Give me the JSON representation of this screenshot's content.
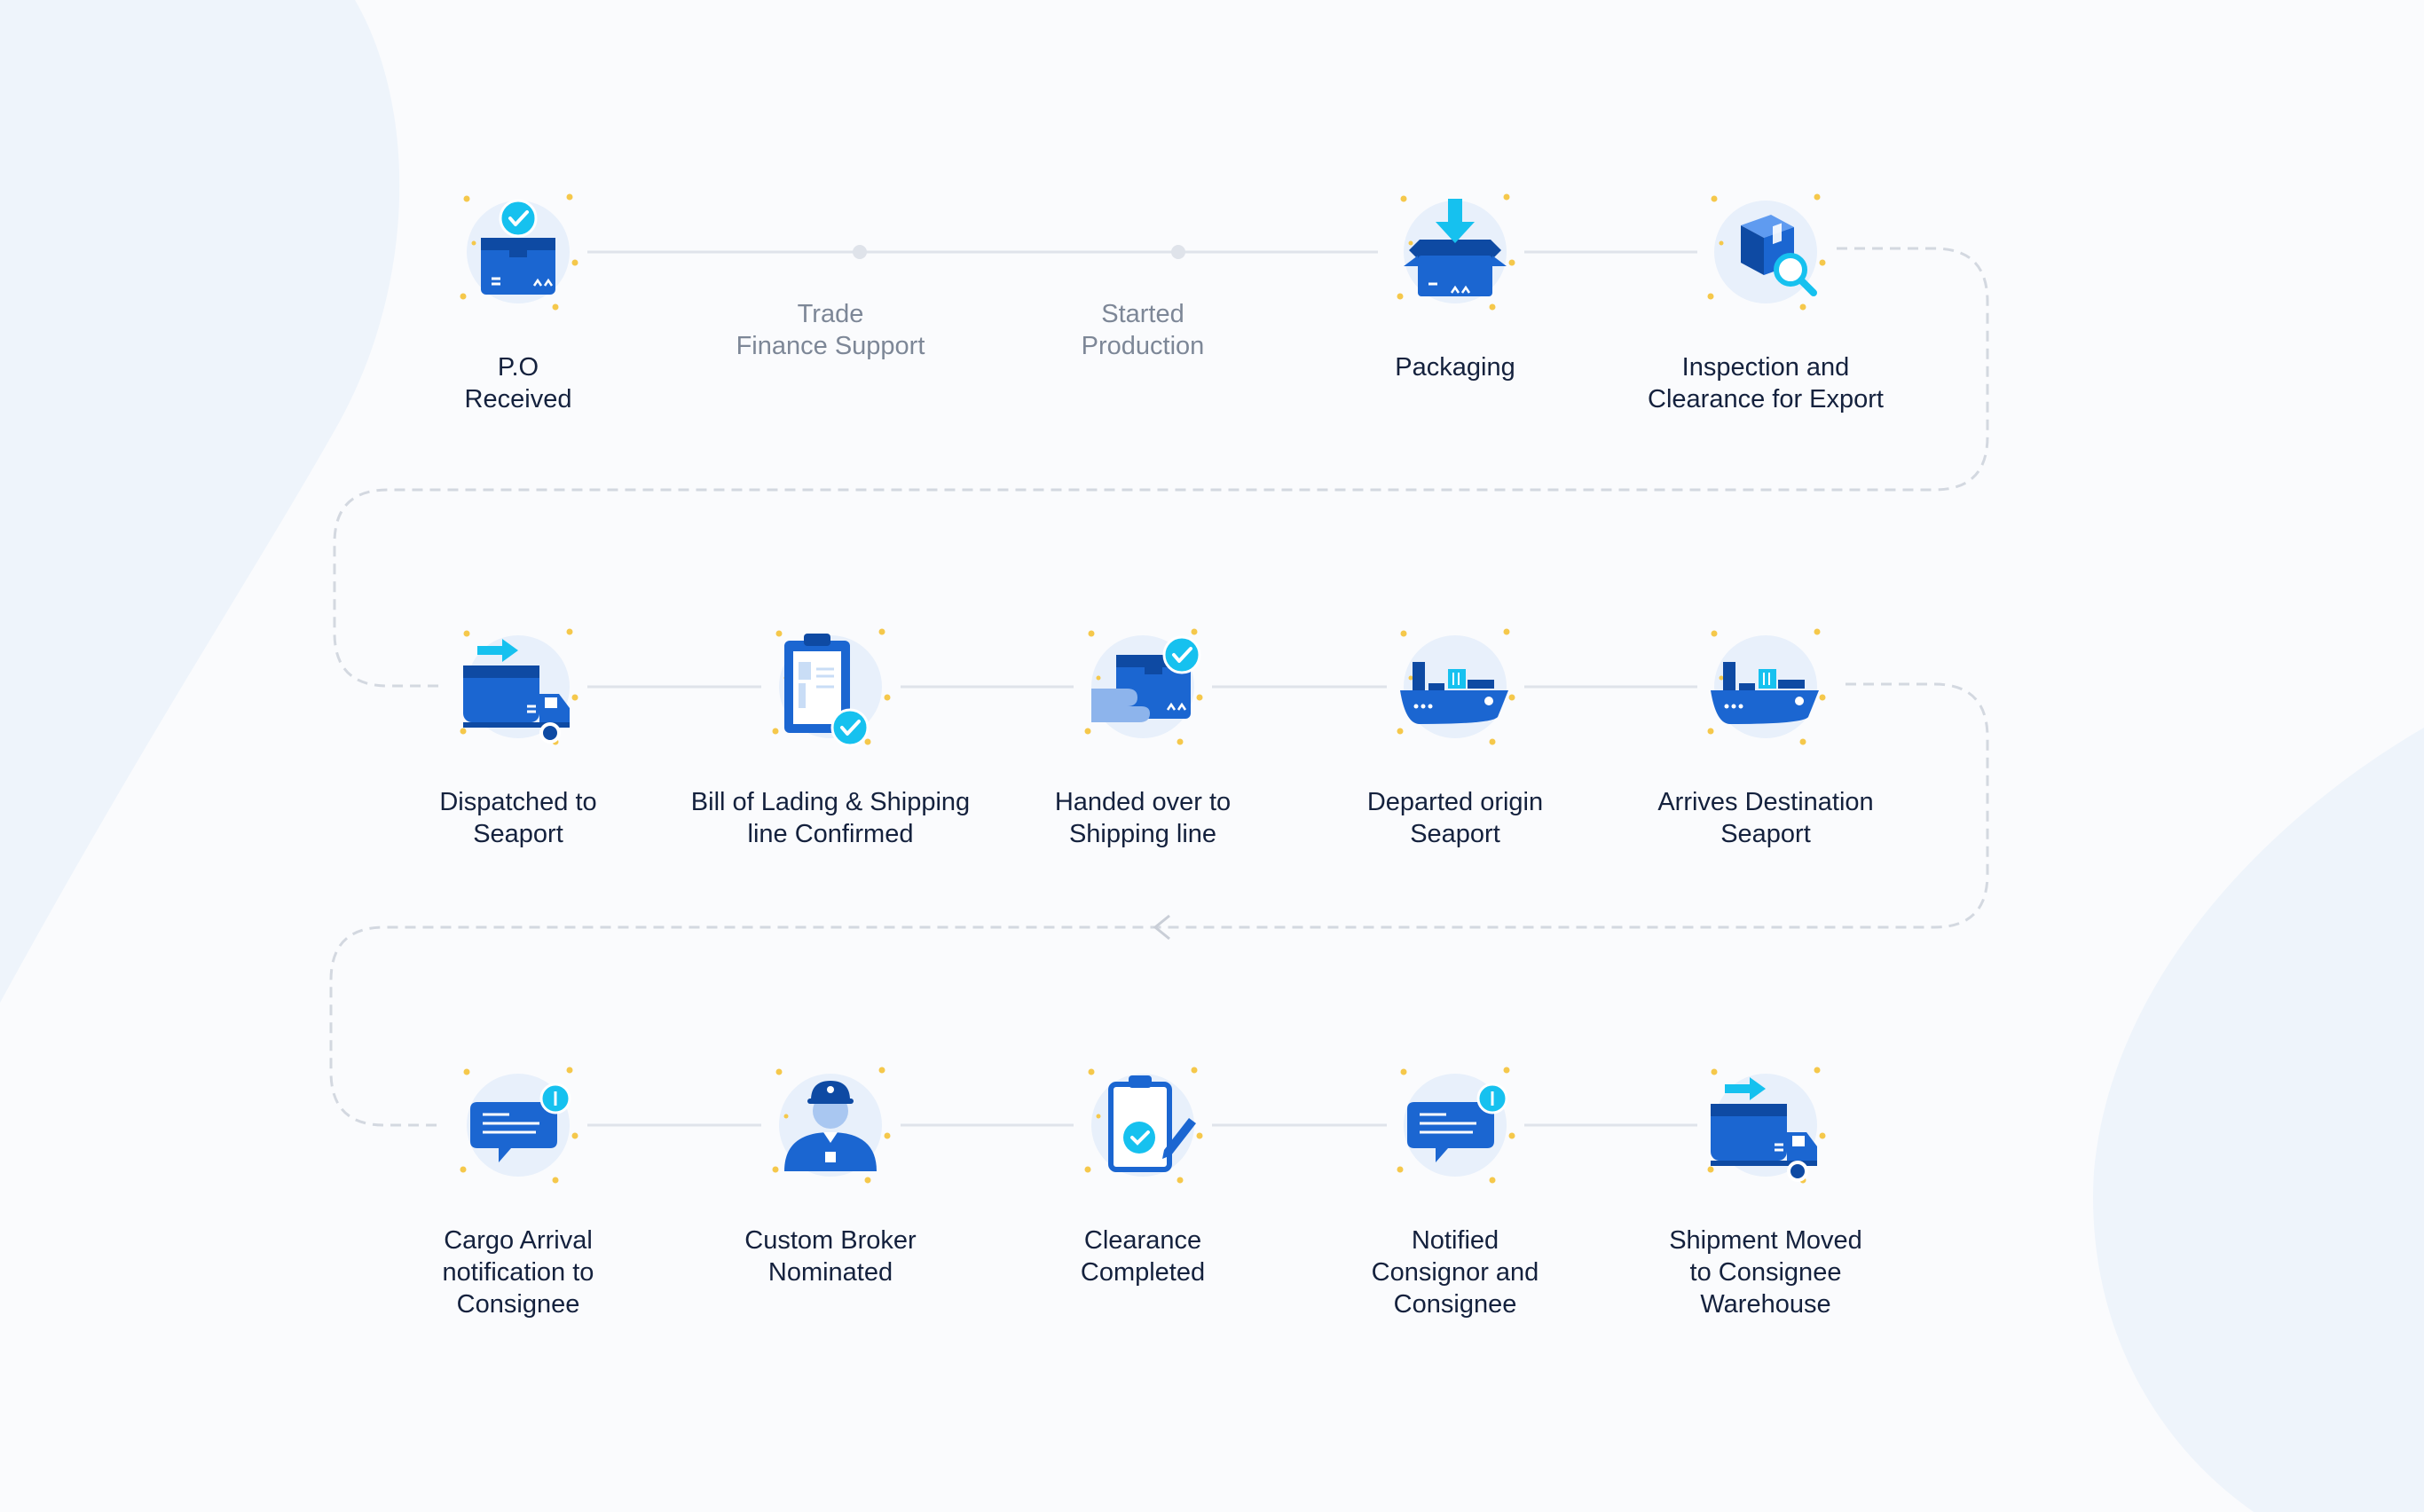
{
  "colors": {
    "primary": "#1b66d1",
    "primary_dark": "#0e4aa3",
    "accent": "#16c1ef",
    "circle_bg": "#e8f0fb",
    "line": "#dfe3ea",
    "dash": "#d3d8e0",
    "dot": "#f5c84b",
    "text": "#14213d",
    "muted_text": "#7d8797"
  },
  "rows": [
    {
      "steps": [
        {
          "id": "po-received",
          "label": "P.O\nReceived",
          "icon": "box-check-icon",
          "muted": false
        },
        {
          "id": "trade-finance",
          "label": "Trade\nFinance Support",
          "icon": "",
          "muted": true
        },
        {
          "id": "started-production",
          "label": "Started\nProduction",
          "icon": "",
          "muted": true
        },
        {
          "id": "packaging",
          "label": "Packaging",
          "icon": "open-box-arrow-icon",
          "muted": false
        },
        {
          "id": "inspection",
          "label": "Inspection and\nClearance for Export",
          "icon": "box-magnifier-icon",
          "muted": false
        }
      ]
    },
    {
      "steps": [
        {
          "id": "dispatched",
          "label": "Dispatched to\nSeaport",
          "icon": "truck-arrow-icon",
          "muted": false
        },
        {
          "id": "bill-of-lading",
          "label": "Bill of Lading & Shipping\nline Confirmed",
          "icon": "clipboard-check-icon",
          "muted": false
        },
        {
          "id": "handed-over",
          "label": "Handed over to\nShipping line",
          "icon": "hand-box-icon",
          "muted": false
        },
        {
          "id": "departed",
          "label": "Departed origin\nSeaport",
          "icon": "cargo-ship-icon",
          "muted": false
        },
        {
          "id": "arrives",
          "label": "Arrives Destination\nSeaport",
          "icon": "cargo-ship-icon",
          "muted": false
        }
      ]
    },
    {
      "steps": [
        {
          "id": "cargo-arrival",
          "label": "Cargo Arrival\nnotification to\nConsignee",
          "icon": "chat-notification-icon",
          "muted": false
        },
        {
          "id": "custom-broker",
          "label": "Custom Broker\nNominated",
          "icon": "broker-person-icon",
          "muted": false
        },
        {
          "id": "clearance",
          "label": "Clearance\nCompleted",
          "icon": "clipboard-pen-icon",
          "muted": false
        },
        {
          "id": "notified",
          "label": "Notified\nConsignor and\nConsignee",
          "icon": "chat-notification-icon",
          "muted": false
        },
        {
          "id": "shipment-moved",
          "label": "Shipment Moved\nto Consignee\nWarehouse",
          "icon": "truck-arrow-icon",
          "muted": false
        }
      ]
    }
  ]
}
